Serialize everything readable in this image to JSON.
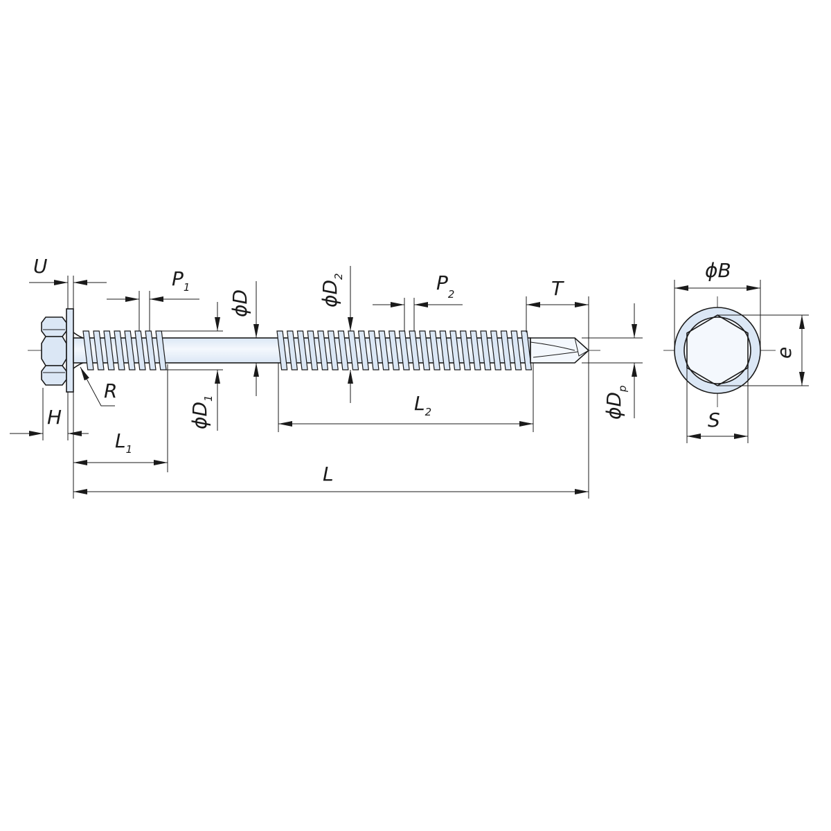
{
  "drawing": {
    "accent_color": "#dbe7f5",
    "highlight_color": "#f4f8fd",
    "line_color": "#1a1a1a",
    "dimensions": {
      "U": "U",
      "P1": {
        "base": "P",
        "sub": "1"
      },
      "D": "ϕD",
      "D2": {
        "base": "ϕD",
        "sub": "2"
      },
      "P2": {
        "base": "P",
        "sub": "2"
      },
      "T": "T",
      "B": "ϕB",
      "e": "e",
      "R": "R",
      "D1": {
        "base": "ϕD",
        "sub": "1"
      },
      "L2": {
        "base": "L",
        "sub": "2"
      },
      "Dp": {
        "base": "ϕD",
        "sub": "p"
      },
      "S": "S",
      "H": "H",
      "L1": {
        "base": "L",
        "sub": "1"
      },
      "L": "L"
    }
  }
}
